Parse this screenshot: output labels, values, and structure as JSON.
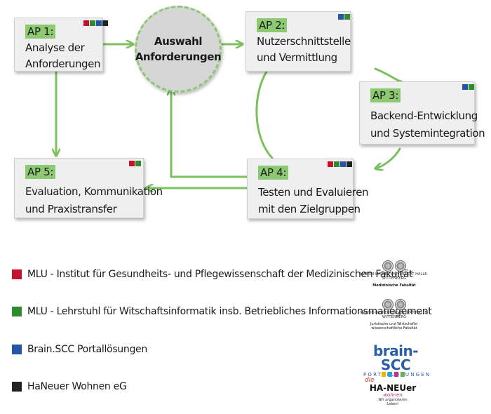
{
  "colors": {
    "green": "#7cbf5e",
    "tag_green": "#8dc872",
    "red": "#c8102e",
    "dark_green": "#2e8b2e",
    "blue": "#2356a8",
    "black": "#222222"
  },
  "center": {
    "line1": "Auswahl",
    "line2": "Anforderungen"
  },
  "ap1": {
    "tag": "AP 1:",
    "line1": "Analyse der",
    "line2": "Anforderungen"
  },
  "ap2": {
    "tag": "AP 2:",
    "line1": "Nutzerschnittstelle",
    "line2": "und Vermittlung"
  },
  "ap3": {
    "tag": "AP 3:",
    "line1": "Backend-Entwicklung",
    "line2": "und Systemintegration"
  },
  "ap4": {
    "tag": "AP 4:",
    "line1": "Testen und Evaluieren",
    "line2": "mit den Zielgruppen"
  },
  "ap5": {
    "tag": "AP 5:",
    "line1": "Evaluation, Kommunikation",
    "line2": "und Praxistransfer"
  },
  "legend": [
    {
      "label": "MLU - Institut für Gesundheits- und Pflegewissenschaft der Medizinischen Fakultät",
      "color": "#c8102e"
    },
    {
      "label": "MLU - Lehrstuhl für Witschaftsinformatik insb. Betriebliches Informationsmanegement",
      "color": "#2e8b2e"
    },
    {
      "label": "Brain.SCC Portallösungen",
      "color": "#2356a8"
    },
    {
      "label": "HaNeuer Wohnen eG",
      "color": "#222222"
    }
  ],
  "logos": {
    "mlu_uni": "MARTIN-LUTHER-UNIVERSITÄT HALLE-WITTENBERG",
    "mlu_med": "Medizinische Fakultät",
    "mlu_jur_1": "Juristische und Wirtschafts-",
    "mlu_jur_2": "wissenschaftliche Fakultät",
    "brain_word": "brain-SCC",
    "brain_sub": "PORTALLÖSUNGEN",
    "hn_top": "die",
    "hn_name": "HA-NEUer",
    "hn_sub1": "wohnen",
    "hn_sub2_1": "Wir organisieren",
    "hn_sub2_2": "Leben!"
  }
}
